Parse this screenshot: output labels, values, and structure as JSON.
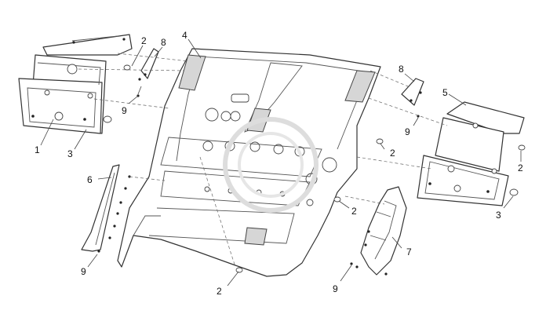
{
  "callouts": [
    {
      "id": "c1",
      "text": "1"
    },
    {
      "id": "c2a",
      "text": "2"
    },
    {
      "id": "c2b",
      "text": "2"
    },
    {
      "id": "c2c",
      "text": "2"
    },
    {
      "id": "c2d",
      "text": "2"
    },
    {
      "id": "c2e",
      "text": "2"
    },
    {
      "id": "c3a",
      "text": "3"
    },
    {
      "id": "c3b",
      "text": "3"
    },
    {
      "id": "c4",
      "text": "4"
    },
    {
      "id": "c5",
      "text": "5"
    },
    {
      "id": "c6",
      "text": "6"
    },
    {
      "id": "c7",
      "text": "7"
    },
    {
      "id": "c8a",
      "text": "8"
    },
    {
      "id": "c8b",
      "text": "8"
    },
    {
      "id": "c9a",
      "text": "9"
    },
    {
      "id": "c9b",
      "text": "9"
    },
    {
      "id": "c9c",
      "text": "9"
    },
    {
      "id": "c9d",
      "text": "9"
    }
  ]
}
